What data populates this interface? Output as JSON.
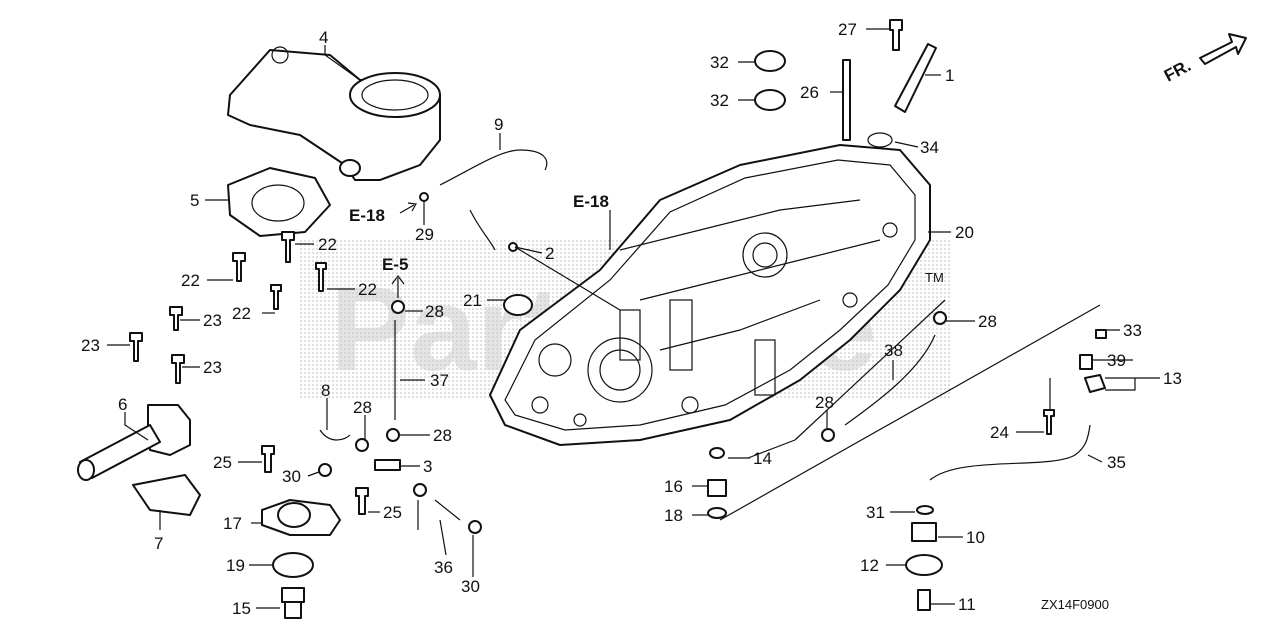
{
  "diagram": {
    "code": "ZX14F0900",
    "front_marker": "FR.",
    "watermark": "PartsTree",
    "watermark_mark": "TM",
    "section_refs": [
      "E-18",
      "E-18",
      "E-5"
    ],
    "callouts": [
      "1",
      "2",
      "3",
      "4",
      "5",
      "6",
      "7",
      "8",
      "9",
      "10",
      "11",
      "12",
      "13",
      "14",
      "15",
      "16",
      "17",
      "18",
      "19",
      "20",
      "21",
      "22",
      "22",
      "22",
      "22",
      "23",
      "23",
      "23",
      "24",
      "25",
      "25",
      "26",
      "27",
      "28",
      "28",
      "28",
      "28",
      "28",
      "29",
      "30",
      "30",
      "31",
      "32",
      "32",
      "33",
      "34",
      "35",
      "36",
      "37",
      "38",
      "39"
    ]
  }
}
